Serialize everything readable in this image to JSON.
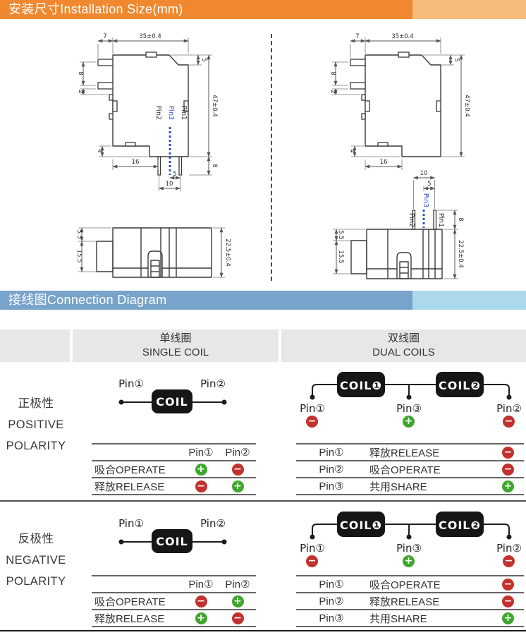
{
  "headers": {
    "installation": "安装尺寸Installation Size(mm)",
    "connection": "接线图Connection Diagram"
  },
  "colors": {
    "header_orange": "#F0882F",
    "header_orange_light": "#F7BC7A",
    "header_blue": "#78A3CB",
    "header_blue_light": "#ACD8EB",
    "cell_gray": "#E8E7E6",
    "plus_green": "#3FA72B",
    "minus_red": "#C1322E",
    "pin3_blue": "#2F53C9",
    "line_dark": "#3A3A3A",
    "rule_gray": "#666666"
  },
  "sign_symbols": {
    "plus": "+",
    "minus": "−"
  },
  "dims": {
    "tab_length": "7",
    "body_width": "35±0.4",
    "top_step": "5",
    "tab_pitch": "8",
    "tab_offset": "2",
    "body_height": "47±0.4",
    "bottom_step": "4",
    "pin_edge_distance": "16",
    "pin_pitch_5": "5",
    "pin_pitch_10": "10",
    "pin_length": "8",
    "base_5_5": "5.5",
    "base_15_5": "15.5",
    "base_width": "22.5±0.4",
    "pin1": "Pin1",
    "pin2": "Pin2",
    "pin3": "Pin3"
  },
  "connection": {
    "columns": {
      "single_zh": "单线圈",
      "single_en": "SINGLE COIL",
      "dual_zh": "双线圈",
      "dual_en": "DUAL COILS"
    },
    "positive": {
      "zh": "正极性",
      "en1": "POSITIVE",
      "en2": "POLARITY",
      "single": {
        "pin_left": "Pin①",
        "pin_right": "Pin②",
        "coil": "COIL",
        "col1": "Pin①",
        "col2": "Pin②",
        "rows": [
          {
            "label": "吸合OPERATE",
            "s1": "plus",
            "s2": "minus"
          },
          {
            "label": "释放RELEASE",
            "s1": "minus",
            "s2": "plus"
          }
        ]
      },
      "dual": {
        "coil1": "COIL❶",
        "coil2": "COIL❷",
        "pins": [
          {
            "name": "Pin①",
            "sign": "minus"
          },
          {
            "name": "Pin③",
            "sign": "plus"
          },
          {
            "name": "Pin②",
            "sign": "minus"
          }
        ],
        "rows": [
          {
            "pin": "Pin①",
            "label": "释放RELEASE",
            "sign": "minus"
          },
          {
            "pin": "Pin②",
            "label": "吸合OPERATE",
            "sign": "minus"
          },
          {
            "pin": "Pin③",
            "label": "共用SHARE",
            "sign": "plus"
          }
        ]
      }
    },
    "negative": {
      "zh": "反极性",
      "en1": "NEGATIVE",
      "en2": "POLARITY",
      "single": {
        "pin_left": "Pin①",
        "pin_right": "Pin②",
        "coil": "COIL",
        "col1": "Pin①",
        "col2": "Pin②",
        "rows": [
          {
            "label": "吸合OPERATE",
            "s1": "minus",
            "s2": "plus"
          },
          {
            "label": "释放RELEASE",
            "s1": "plus",
            "s2": "minus"
          }
        ]
      },
      "dual": {
        "coil1": "COIL❶",
        "coil2": "COIL❷",
        "pins": [
          {
            "name": "Pin①",
            "sign": "minus"
          },
          {
            "name": "Pin③",
            "sign": "plus"
          },
          {
            "name": "Pin②",
            "sign": "minus"
          }
        ],
        "rows": [
          {
            "pin": "Pin①",
            "label": "吸合OPERATE",
            "sign": "minus"
          },
          {
            "pin": "Pin②",
            "label": "释放RELEASE",
            "sign": "minus"
          },
          {
            "pin": "Pin③",
            "label": "共用SHARE",
            "sign": "plus"
          }
        ]
      }
    }
  }
}
